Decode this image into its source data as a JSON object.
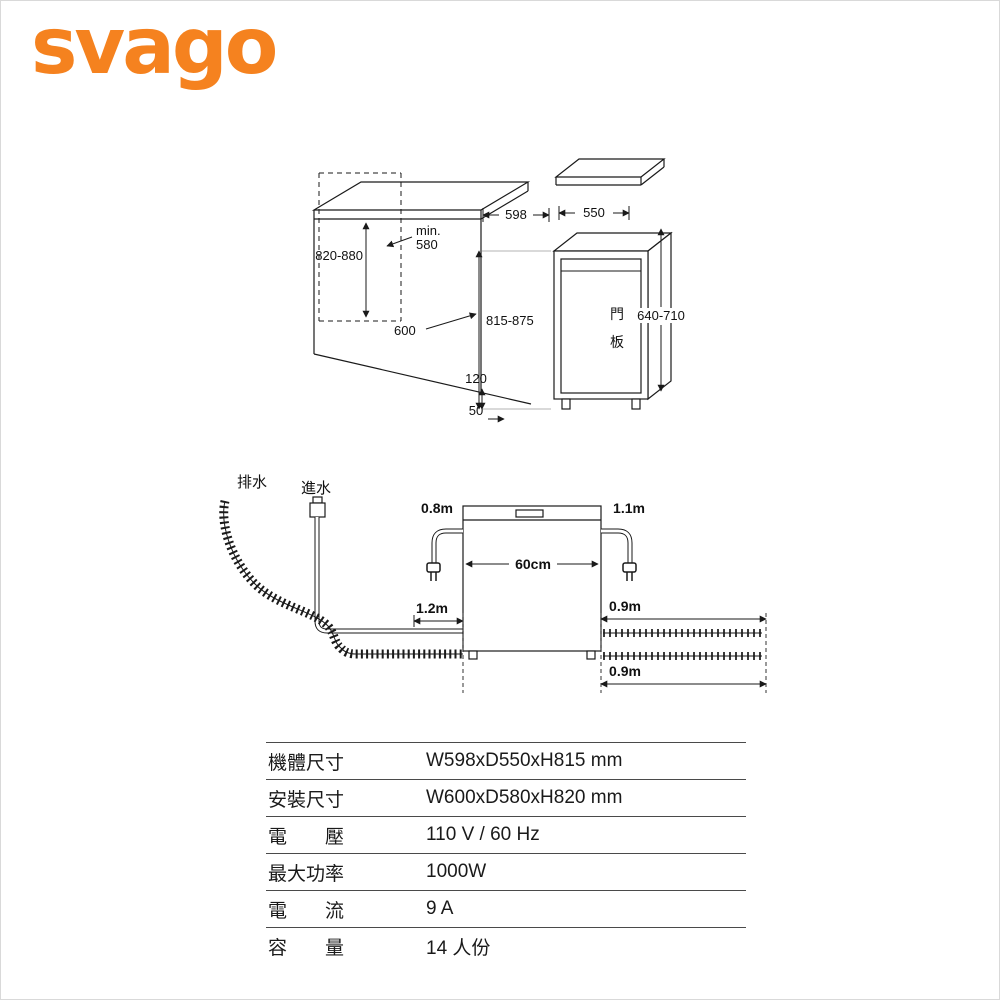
{
  "brand": {
    "name": "svago",
    "color": "#F5821F"
  },
  "install_diagram": {
    "niche_height": "820-880",
    "min_label": "min.",
    "min_depth": "580",
    "width": "598",
    "depth": "550",
    "niche_width": "600",
    "body_height": "815-875",
    "door_height": "640-710",
    "plinth_height": "120",
    "plinth_inset": "50",
    "door_char_1": "門",
    "door_char_2": "板"
  },
  "hose_diagram": {
    "drain_label": "排水",
    "inlet_label": "進水",
    "left_cord": "0.8m",
    "right_cord": "1.1m",
    "machine_width": "60cm",
    "left_hose": "1.2m",
    "right_top": "0.9m",
    "right_bottom": "0.9m"
  },
  "spec_table": {
    "rows": [
      {
        "label": "機體尺寸",
        "value": "W598xD550xH815 mm"
      },
      {
        "label": "安裝尺寸",
        "value": "W600xD580xH820 mm"
      },
      {
        "label": "電　　壓",
        "value": "110 V / 60 Hz"
      },
      {
        "label": "最大功率",
        "value": "1000W"
      },
      {
        "label": "電　　流",
        "value": "9 A"
      },
      {
        "label": "容　　量",
        "value": "14 人份"
      }
    ]
  }
}
